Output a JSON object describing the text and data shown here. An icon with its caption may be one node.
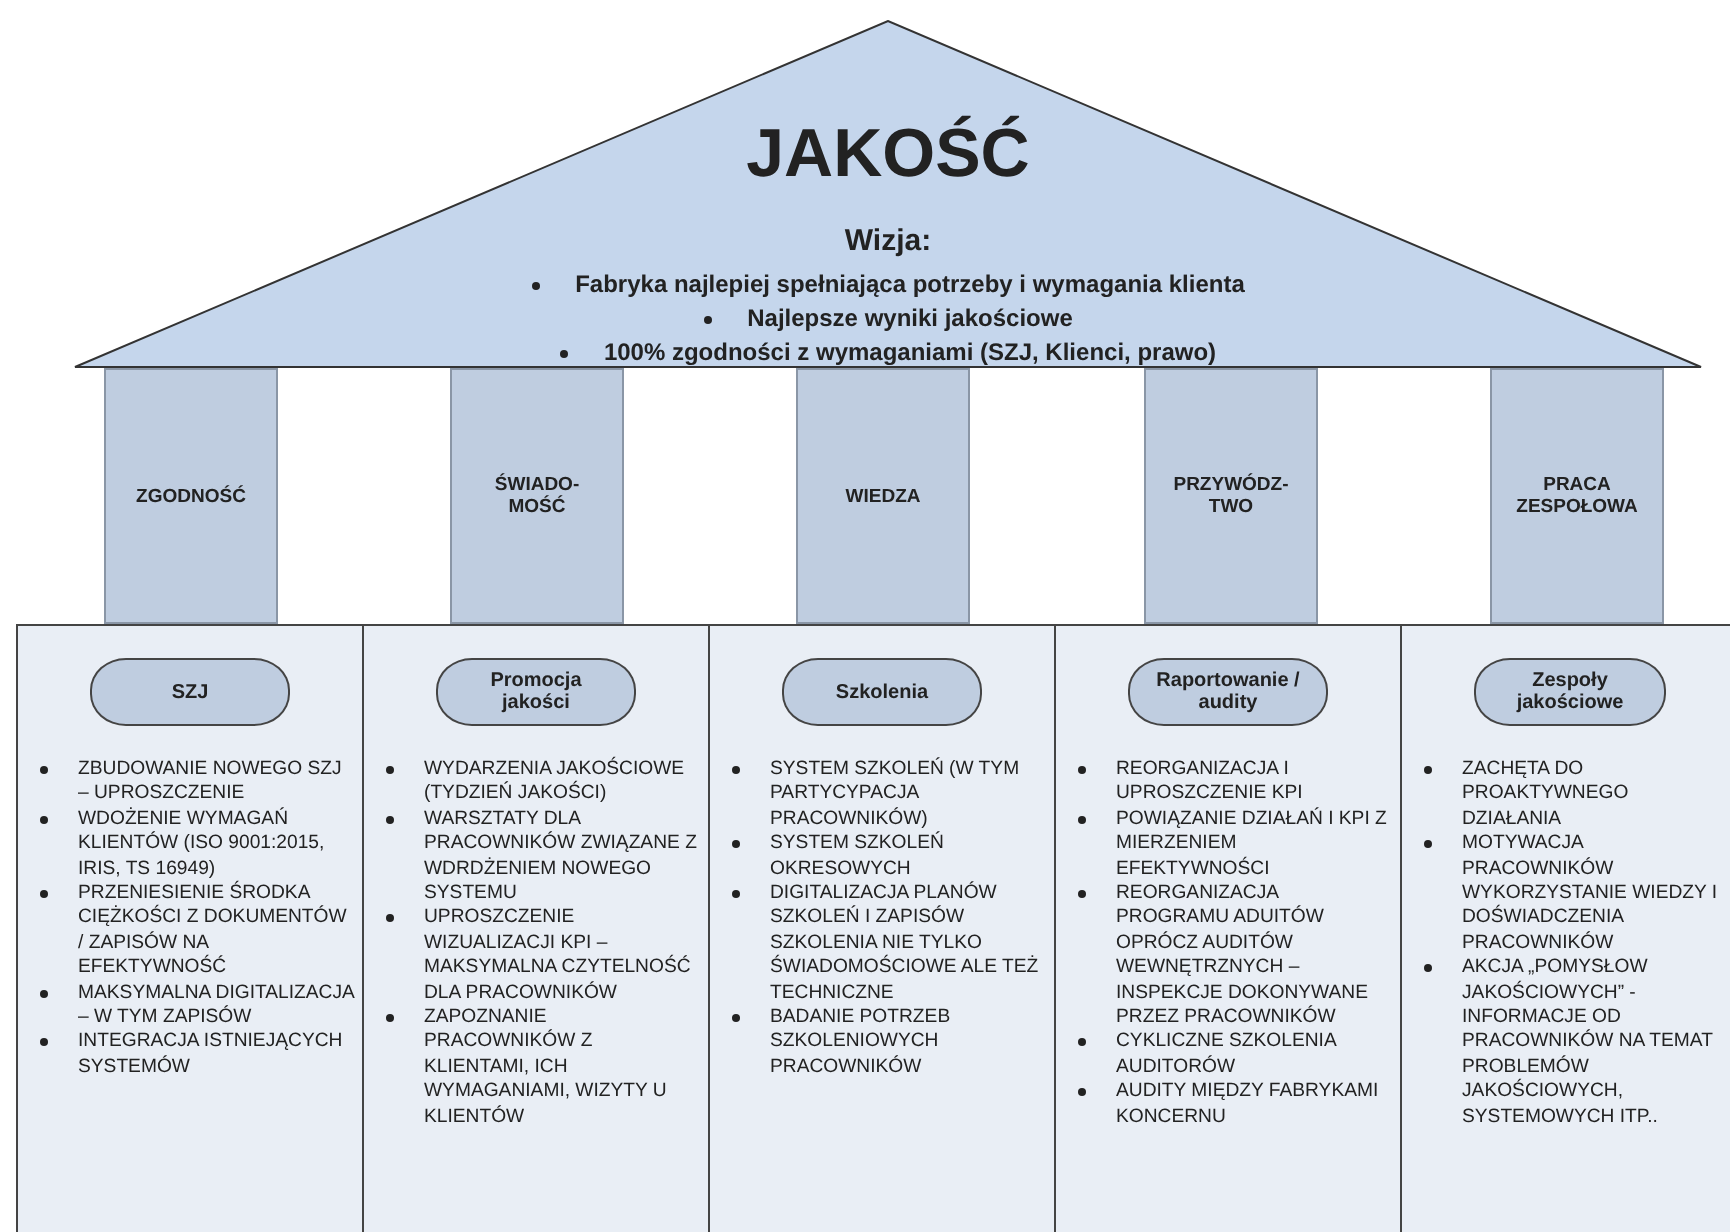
{
  "diagram": {
    "nodes": [
      {
        "text": [
          "JAKOŚĆ",
          "Wizja:",
          "Fabryka najlepiej spełniająca potrzeby i wymagania klienta",
          "Najlepsze wyniki jakościowe",
          "100% zgodności z wymaganiami (SZJ, Klienci, prawo)"
        ]
      },
      {
        "text": [
          "ZGODNOŚĆ"
        ]
      },
      {
        "text": [
          "ŚWIADO- MOŚĆ"
        ]
      },
      {
        "text": [
          "WIEDZA"
        ]
      },
      {
        "text": [
          "PRZYWÓDZ- TWO"
        ]
      },
      {
        "text": [
          "PRACA ZESPOŁOWA"
        ]
      },
      {
        "text": [
          "ZBUDOWANIE NOWEGO SZJ – UPROSZCZENIE",
          "WDOŻENIE WYMAGAŃ KLIENTÓW (ISO 9001:2015, IRIS, TS 16949)",
          "PRZENIESIENIE ŚRODKA CIĘŻKOŚCI Z DOKUMENTÓW / ZAPISÓW NA EFEKTYWNOŚĆ",
          "MAKSYMALNA DIGITALIZACJA – W TYM ZAPISÓW",
          "INTEGRACJA ISTNIEJĄCYCH SYSTEMÓW"
        ]
      },
      {
        "text": [
          "SZJ"
        ],
        "in": 6
      },
      {
        "text": [
          "WYDARZENIA JAKOŚCIOWE (TYDZIEŃ JAKOŚCI)",
          "WARSZTATY DLA PRACOWNIKÓW ZWIĄZANE Z WDRDŻENIEM NOWEGO SYSTEMU",
          "UPROSZCZENIE WIZUALIZACJI KPI – MAKSYMALNA CZYTELNOŚĆ DLA PRACOWNIKÓW",
          "ZAPOZNANIE PRACOWNIKÓW Z KLIENTAMI, ICH WYMAGANIAMI, WIZYTY U KLIENTÓW"
        ]
      },
      {
        "text": [
          "Promocja jakości"
        ],
        "in": 8
      },
      {
        "text": [
          "SYSTEM SZKOLEŃ (W TYM PARTYCYPACJA PRACOWNIKÓW)",
          "SYSTEM SZKOLEŃ OKRESOWYCH",
          "DIGITALIZACJA PLANÓW SZKOLEŃ I ZAPISÓW SZKOLENIA NIE TYLKO ŚWIADOMOŚCIOWE ALE TEŻ TECHNICZNE",
          "BADANIE POTRZEB SZKOLENIOWYCH PRACOWNIKÓW"
        ]
      },
      {
        "text": [
          "Szkolenia"
        ],
        "in": 10
      },
      {
        "text": [
          "REORGANIZACJA I UPROSZCZENIE KPI",
          "POWIĄZANIE DZIAŁAŃ I KPI Z MIERZENIEM EFEKTYWNOŚCI",
          "REORGANIZACJA PROGRAMU ADUITÓW OPRÓCZ AUDITÓW WEWNĘTRZNYCH – INSPEKCJE DOKONYWANE PRZEZ PRACOWNIKÓW",
          "CYKLICZNE SZKOLENIA AUDITORÓW",
          "AUDITY MIĘDZY FABRYKAMI KONCERNU"
        ]
      },
      {
        "text": [
          "Raportowanie / audity"
        ],
        "in": 12
      },
      {
        "text": [
          "ZACHĘTA DO PROAKTYWNEGO DZIAŁANIA",
          "MOTYWACJA PRACOWNIKÓW WYKORZYSTANIE WIEDZY I DOŚWIADCZENIA PRACOWNIKÓW",
          "AKCJA „POMYSŁOW JAKOŚCIOWYCH” - INFORMACJE OD PRACOWNIKÓW NA TEMAT PROBLEMÓW JAKOŚCIOWYCH, SYSTEMOWYCH ITP.."
        ]
      },
      {
        "text": [
          "Zespoły jakościowe"
        ],
        "in": 14
      }
    ]
  }
}
